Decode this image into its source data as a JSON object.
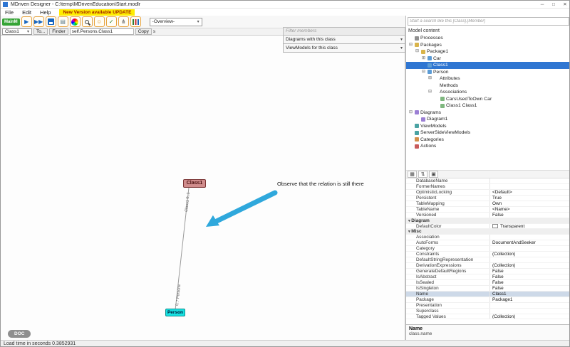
{
  "window": {
    "title": "MDriven Designer - C:\\temp\\MDrivenEducation\\Start.modlr",
    "minimize": "─",
    "maximize": "□",
    "close": "✕"
  },
  "menu": {
    "items": [
      "File",
      "Edit",
      "Help"
    ],
    "update_notice": "New Version available UPDATE"
  },
  "toolbar": {
    "main_button": "MainM",
    "icons": [
      {
        "name": "run-icon",
        "glyph": "▶",
        "color": "#1565c0"
      },
      {
        "name": "fast-forward-icon",
        "glyph": "▶▶",
        "color": "#1565c0"
      },
      {
        "name": "save-icon",
        "cls": "floppy"
      },
      {
        "name": "layers-icon",
        "glyph": "▤",
        "color": "#607d8b"
      },
      {
        "name": "colorwheel-icon",
        "cls": "wheel"
      },
      {
        "name": "zoom-icon",
        "cls": "magnifier"
      },
      {
        "name": "smiley-icon",
        "glyph": "☺",
        "color": "#e8a33d"
      },
      {
        "name": "check-icon",
        "glyph": "✓",
        "color": "#2e7d32"
      },
      {
        "name": "branch-icon",
        "glyph": "⋔",
        "color": "#555555"
      },
      {
        "name": "chart-icon",
        "cls": "bars"
      }
    ],
    "overview_dropdown": "-Overview-"
  },
  "subtoolbar": {
    "class_dropdown": "Class1",
    "to_button": "To...",
    "finder_button": "Finder",
    "expression": "self.Persons.Class1",
    "copy_button": "Copy",
    "suffix": "s"
  },
  "floating_panel": {
    "filter_placeholder": "Filter members",
    "diagrams_dropdown": "Diagrams with this class",
    "viewmodels_dropdown": "ViewModels for this class"
  },
  "canvas": {
    "class_node": "Class1",
    "person_node": "Person",
    "edge_label_class_end": "Class1 0..1",
    "edge_label_person_end": "0..* Persons",
    "annotation": "Observe that the relation is still there",
    "doc_button": "DOC"
  },
  "model_panel": {
    "search_placeholder": "Start a search like this [Class].[Member]",
    "title": "Model content",
    "tree": [
      {
        "label": "Processes",
        "level": 0,
        "expander": "",
        "icon": "processes"
      },
      {
        "label": "Packages",
        "level": 0,
        "expander": "⊟",
        "icon": "packages"
      },
      {
        "label": "Package1",
        "level": 1,
        "expander": "⊟",
        "icon": "package"
      },
      {
        "label": "Car",
        "level": 2,
        "expander": "⊞",
        "icon": "class"
      },
      {
        "label": "Class1",
        "level": 2,
        "expander": "",
        "icon": "class",
        "selected": true
      },
      {
        "label": "Person",
        "level": 2,
        "expander": "⊟",
        "icon": "class"
      },
      {
        "label": "Attributes",
        "level": 3,
        "expander": "⊞",
        "icon": "none"
      },
      {
        "label": "Methods",
        "level": 3,
        "expander": "",
        "icon": "none"
      },
      {
        "label": "Associations",
        "level": 3,
        "expander": "⊟",
        "icon": "none"
      },
      {
        "label": "CarsUsedToOwn Car",
        "level": 4,
        "expander": "",
        "icon": "assoc"
      },
      {
        "label": "Class1 Class1",
        "level": 4,
        "expander": "",
        "icon": "assoc"
      },
      {
        "label": "Diagrams",
        "level": 0,
        "expander": "⊟",
        "icon": "diagrams"
      },
      {
        "label": "Diagram1",
        "level": 1,
        "expander": "",
        "icon": "diagram"
      },
      {
        "label": "ViewModels",
        "level": 0,
        "expander": "",
        "icon": "viewmodels"
      },
      {
        "label": "ServerSideViewModels",
        "level": 0,
        "expander": "",
        "icon": "viewmodels"
      },
      {
        "label": "Categories",
        "level": 0,
        "expander": "",
        "icon": "categories"
      },
      {
        "label": "Actions",
        "level": 0,
        "expander": "",
        "icon": "actions"
      }
    ]
  },
  "properties": {
    "toolbar": [
      {
        "name": "categorized-button",
        "glyph": "▦"
      },
      {
        "name": "alphabetical-button",
        "glyph": "⇅"
      },
      {
        "name": "pages-button",
        "glyph": "▣"
      }
    ],
    "rows": [
      {
        "name": "DatabaseName",
        "value": ""
      },
      {
        "name": "FormerNames",
        "value": ""
      },
      {
        "name": "OptimisticLocking",
        "value": "<Default>"
      },
      {
        "name": "Persistent",
        "value": "True"
      },
      {
        "name": "TableMapping",
        "value": "Own"
      },
      {
        "name": "TableName",
        "value": "<Name>"
      },
      {
        "name": "Versioned",
        "value": "False"
      },
      {
        "name": "Diagram",
        "value": "",
        "type": "category"
      },
      {
        "name": "DefaultColor",
        "value": "Transparent",
        "swatch": true
      },
      {
        "name": "Misc",
        "value": "",
        "type": "category"
      },
      {
        "name": "Association",
        "value": ""
      },
      {
        "name": "AutoForms",
        "value": "DocumentAndSeeker"
      },
      {
        "name": "Category",
        "value": ""
      },
      {
        "name": "Constraints",
        "value": "(Collection)"
      },
      {
        "name": "DefaultStringRepresentation",
        "value": ""
      },
      {
        "name": "DerivationExpressions",
        "value": "(Collection)"
      },
      {
        "name": "GenerateDefaultRegions",
        "value": "False"
      },
      {
        "name": "IsAbstract",
        "value": "False"
      },
      {
        "name": "IsSealed",
        "value": "False"
      },
      {
        "name": "IsSingleton",
        "value": "False"
      },
      {
        "name": "Name",
        "value": "Class1",
        "selected": true
      },
      {
        "name": "Package",
        "value": "Package1"
      },
      {
        "name": "Presentation",
        "value": ""
      },
      {
        "name": "Superclass",
        "value": ""
      },
      {
        "name": "Tagged Values",
        "value": "(Collection)"
      }
    ],
    "description_title": "Name",
    "description_text": "class.name"
  },
  "statusbar": {
    "text": "Load time in seconds 0.3852931"
  }
}
